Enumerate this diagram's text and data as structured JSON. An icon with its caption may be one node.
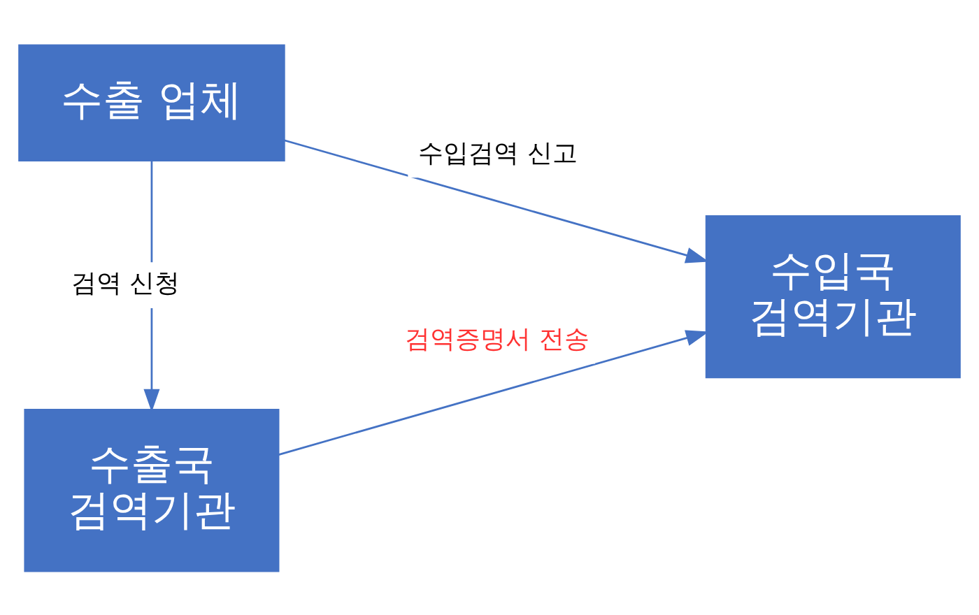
{
  "diagram": {
    "nodes": [
      {
        "text": [
          "수출 업체"
        ]
      },
      {
        "text": [
          "수입국 검역기관"
        ]
      },
      {
        "text": [
          "수출국 검역기관"
        ]
      }
    ],
    "edges": [
      {
        "from": 0,
        "to": 1,
        "arrow": "to",
        "label": "수입검역 신고"
      },
      {
        "from": 0,
        "to": 2,
        "arrow": "to",
        "label": "검역 신청"
      },
      {
        "from": 2,
        "to": 1,
        "arrow": "to",
        "label": "검역증명서 전송"
      }
    ]
  }
}
